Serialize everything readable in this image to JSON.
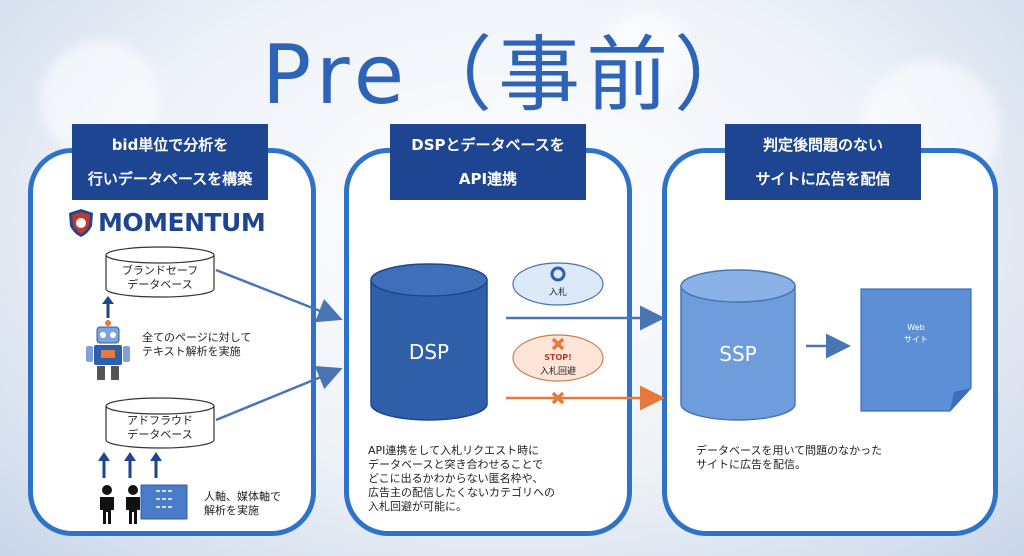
{
  "title": "Pre（事前）",
  "panels": [
    {
      "heading_line1": "bid単位で分析を",
      "heading_line2": "行いデータベースを構築",
      "logo_text": "MOMENTUM",
      "db_top": [
        "ブランドセーフ",
        "データベース"
      ],
      "robot_text": [
        "全てのページに対して",
        "テキスト解析を実施"
      ],
      "db_bottom": [
        "アドフラウド",
        "データベース"
      ],
      "people_text": [
        "人軸、媒体軸で",
        "解析を実施"
      ]
    },
    {
      "heading_line1": "DSPとデータベースを",
      "heading_line2": "API連携",
      "dsp_label": "DSP",
      "bid_label": "入札",
      "stop_label": "STOP!",
      "avoid_label": "入札回避",
      "description": [
        "API連携をして入札リクエスト時に",
        "データベースと突き合わせることで",
        "どこに出るかわからない匿名枠や、",
        "広告主の配信したくないカテゴリへの",
        "入札回避が可能に。"
      ]
    },
    {
      "heading_line1": "判定後問題のない",
      "heading_line2": "サイトに広告を配信",
      "ssp_label": "SSP",
      "web_label_1": "Web",
      "web_label_2": "サイト",
      "description": [
        "データベースを用いて問題のなかった",
        "サイトに広告を配信。"
      ]
    }
  ],
  "colors": {
    "title": "#2e64b7",
    "panel_border": "#2e73c9",
    "heading_bg": "#1e4591",
    "cylinder_fill": "#2f5fa8",
    "ssp_fill": "#6f9ddb",
    "arrow_blue": "#4a75b5",
    "arrow_orange": "#e8793a",
    "cross_orange": "#e8793a"
  },
  "icons": [
    "momentum-shield-icon",
    "robot-icon",
    "person-icon",
    "server-rack-icon",
    "circle-ok-icon",
    "cross-icon",
    "web-page-icon"
  ]
}
